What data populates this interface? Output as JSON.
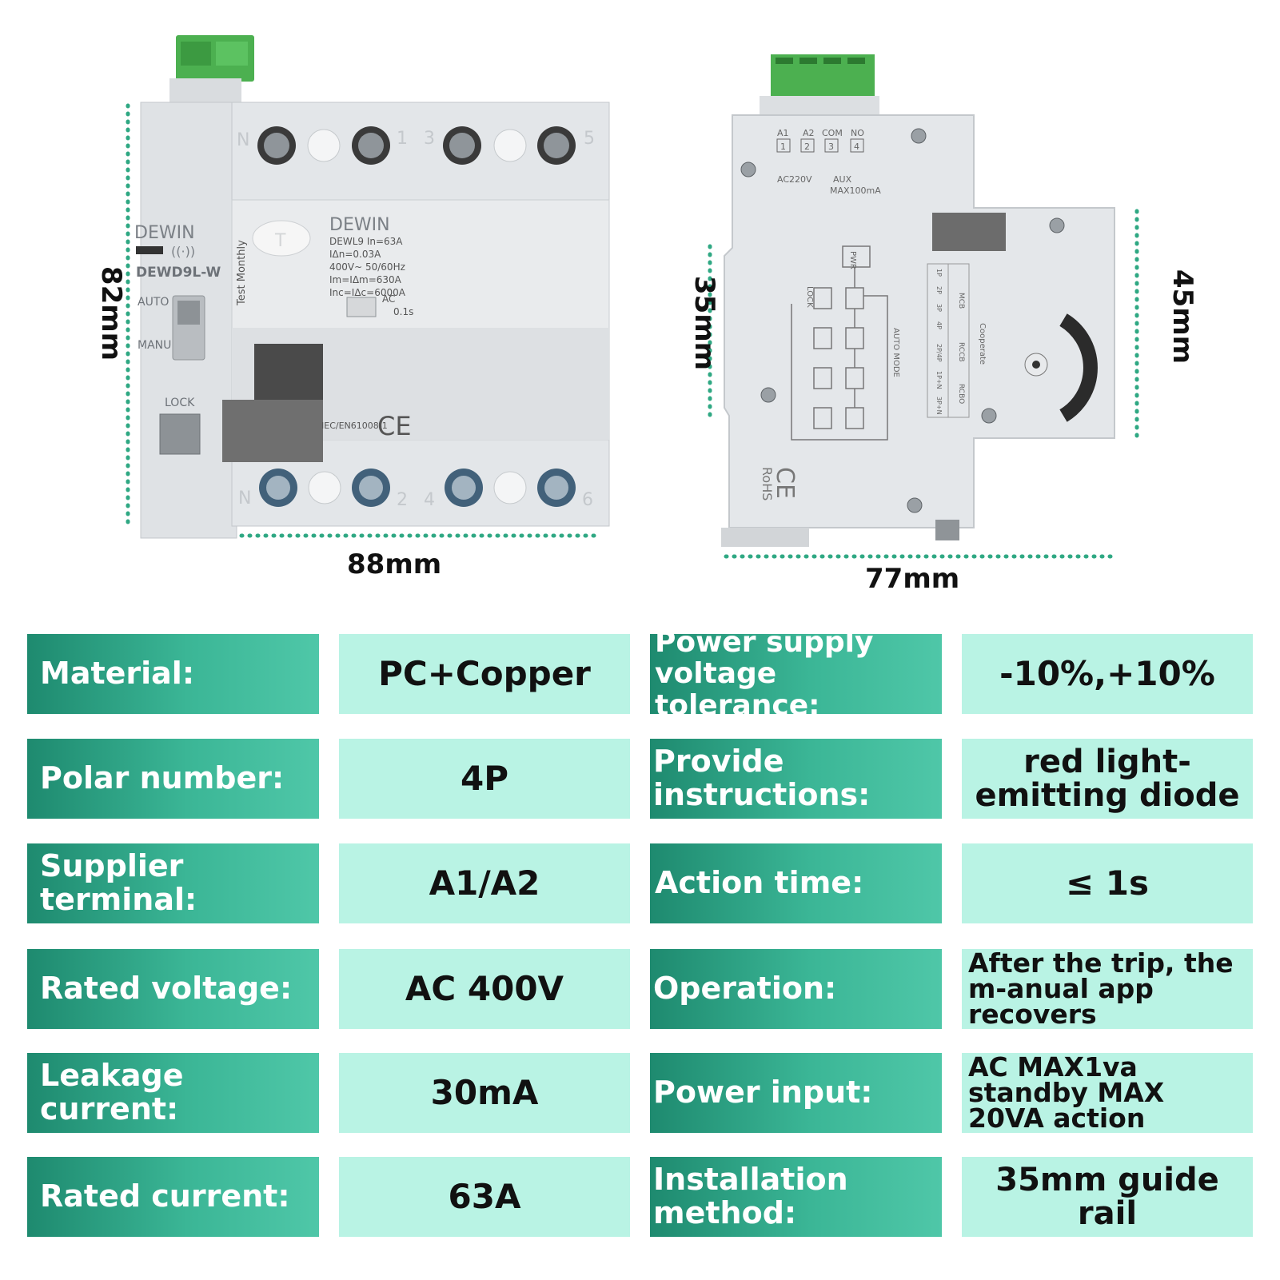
{
  "front_view": {
    "brand": "DEWIN",
    "model": "DEWD9L-W",
    "inner_brand": "DEWIN",
    "rating_lines": [
      "DEWL9  In=63A",
      "IΔn=0.03A",
      "400V~ 50/60Hz",
      "Im=IΔm=630A",
      "Inc=IΔc=6000A"
    ],
    "curve_label": "AC",
    "trip_time": "0.1s",
    "test_label": "Test Monthly",
    "test_button": "T",
    "auto_label": "AUTO",
    "manu_label": "MANU",
    "lock_label": "LOCK",
    "standard": "IEC/EN61008-1",
    "ce_mark": "CE",
    "top_terminals": [
      "N",
      "1",
      "3",
      "5"
    ],
    "bottom_terminals": [
      "N",
      "2",
      "4",
      "6"
    ],
    "height_dim": "82mm",
    "width_dim": "88mm"
  },
  "side_view": {
    "terminal_labels": [
      "A1",
      "A2",
      "COM",
      "NO"
    ],
    "terminal_numbers": [
      "1",
      "2",
      "3",
      "4"
    ],
    "supply_label": "AC220V",
    "aux_label": "AUX",
    "aux_rating": "MAX100mA",
    "mode_label": "AUTO MODE",
    "lock_label": "LOCK",
    "pwr_label": "PWR",
    "rohs_label": "RoHS",
    "ce_mark": "CE",
    "cooperate_label": "Cooperate",
    "table_headers": [
      "MCB",
      "RCCB",
      "RCBO"
    ],
    "table_rows": [
      "1P",
      "2P",
      "3P",
      "4P",
      "2P/4P",
      "1P+N",
      "3P+N"
    ],
    "rail_dim": "35mm",
    "depth_dim": "77mm",
    "height_dim": "45mm"
  },
  "colors": {
    "label_dark": "#1e8a6f",
    "label_light": "#4fc7a8",
    "value_bg": "#b9f3e4",
    "dotted_line": "#2fa883",
    "terminal_green": "#4cb050"
  },
  "specs": {
    "left": [
      {
        "label": "Material:",
        "value": "PC+Copper"
      },
      {
        "label": "Polar number:",
        "value": "4P"
      },
      {
        "label": "Supplier terminal:",
        "value": "A1/A2"
      },
      {
        "label": "Rated voltage:",
        "value": "AC 400V"
      },
      {
        "label": "Leakage current:",
        "value": "30mA"
      },
      {
        "label": "Rated current:",
        "value": "63A"
      }
    ],
    "right": [
      {
        "label": "Power supply voltage tolerance:",
        "value": "-10%,+10%"
      },
      {
        "label": "Provide instructions:",
        "value": "red light-emitting diode"
      },
      {
        "label": "Action time:",
        "value": "≤ 1s"
      },
      {
        "label": "Operation:",
        "value": "After the trip, the m-anual app recovers"
      },
      {
        "label": "Power input:",
        "value": "AC MAX1va standby MAX 20VA action"
      },
      {
        "label": "Installation method:",
        "value": "35mm guide rail"
      }
    ]
  }
}
